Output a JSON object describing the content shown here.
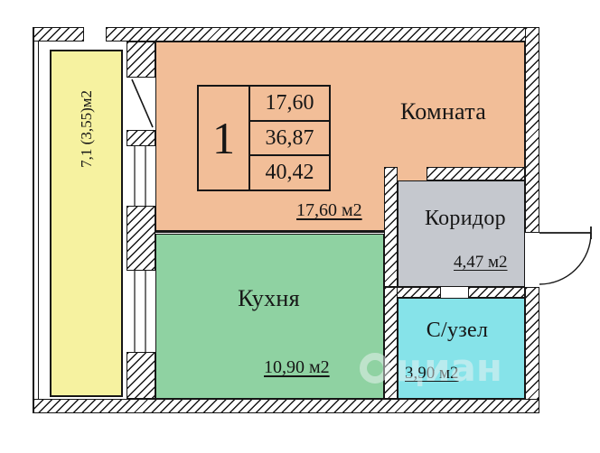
{
  "legend": {
    "rooms_count": "1",
    "living_area": "17,60",
    "area_mid": "36,87",
    "total_area": "40,42"
  },
  "rooms": {
    "main": {
      "label": "Комната",
      "area": "17,60 м2"
    },
    "kitchen": {
      "label": "Кухня",
      "area": "10,90 м2"
    },
    "corridor": {
      "label": "Коридор",
      "area": "4,47 м2"
    },
    "bathroom": {
      "label": "С/узел",
      "area": "3,90 м2"
    },
    "balcony": {
      "area": "7,1 (3,55)м2"
    }
  },
  "watermark": "циан",
  "colors": {
    "room_main": "#F2BE98",
    "kitchen": "#8FD2A2",
    "corridor": "#C5C8CE",
    "bathroom": "#86E3E9",
    "balcony": "#F6F2A0",
    "wall": "#161616"
  }
}
